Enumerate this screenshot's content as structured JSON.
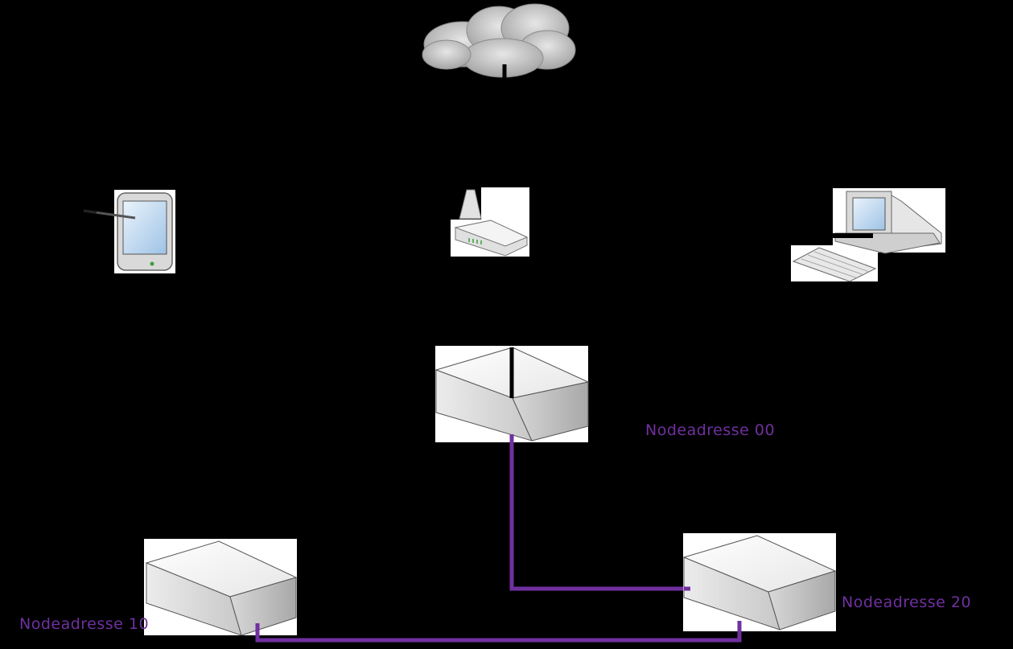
{
  "colors": {
    "background": "#000000",
    "link": "#7030a0",
    "label": "#7030a0"
  },
  "icons": {
    "cloud": "cloud-icon",
    "router": "wireless-router-icon",
    "tablet": "tablet-icon",
    "computer": "desktop-computer-icon",
    "node": "node-box-icon"
  },
  "nodes": {
    "n00": {
      "label": "Nodeadresse 00"
    },
    "n10": {
      "label": "Nodeadresse 10"
    },
    "n20": {
      "label": "Nodeadresse 20"
    }
  }
}
